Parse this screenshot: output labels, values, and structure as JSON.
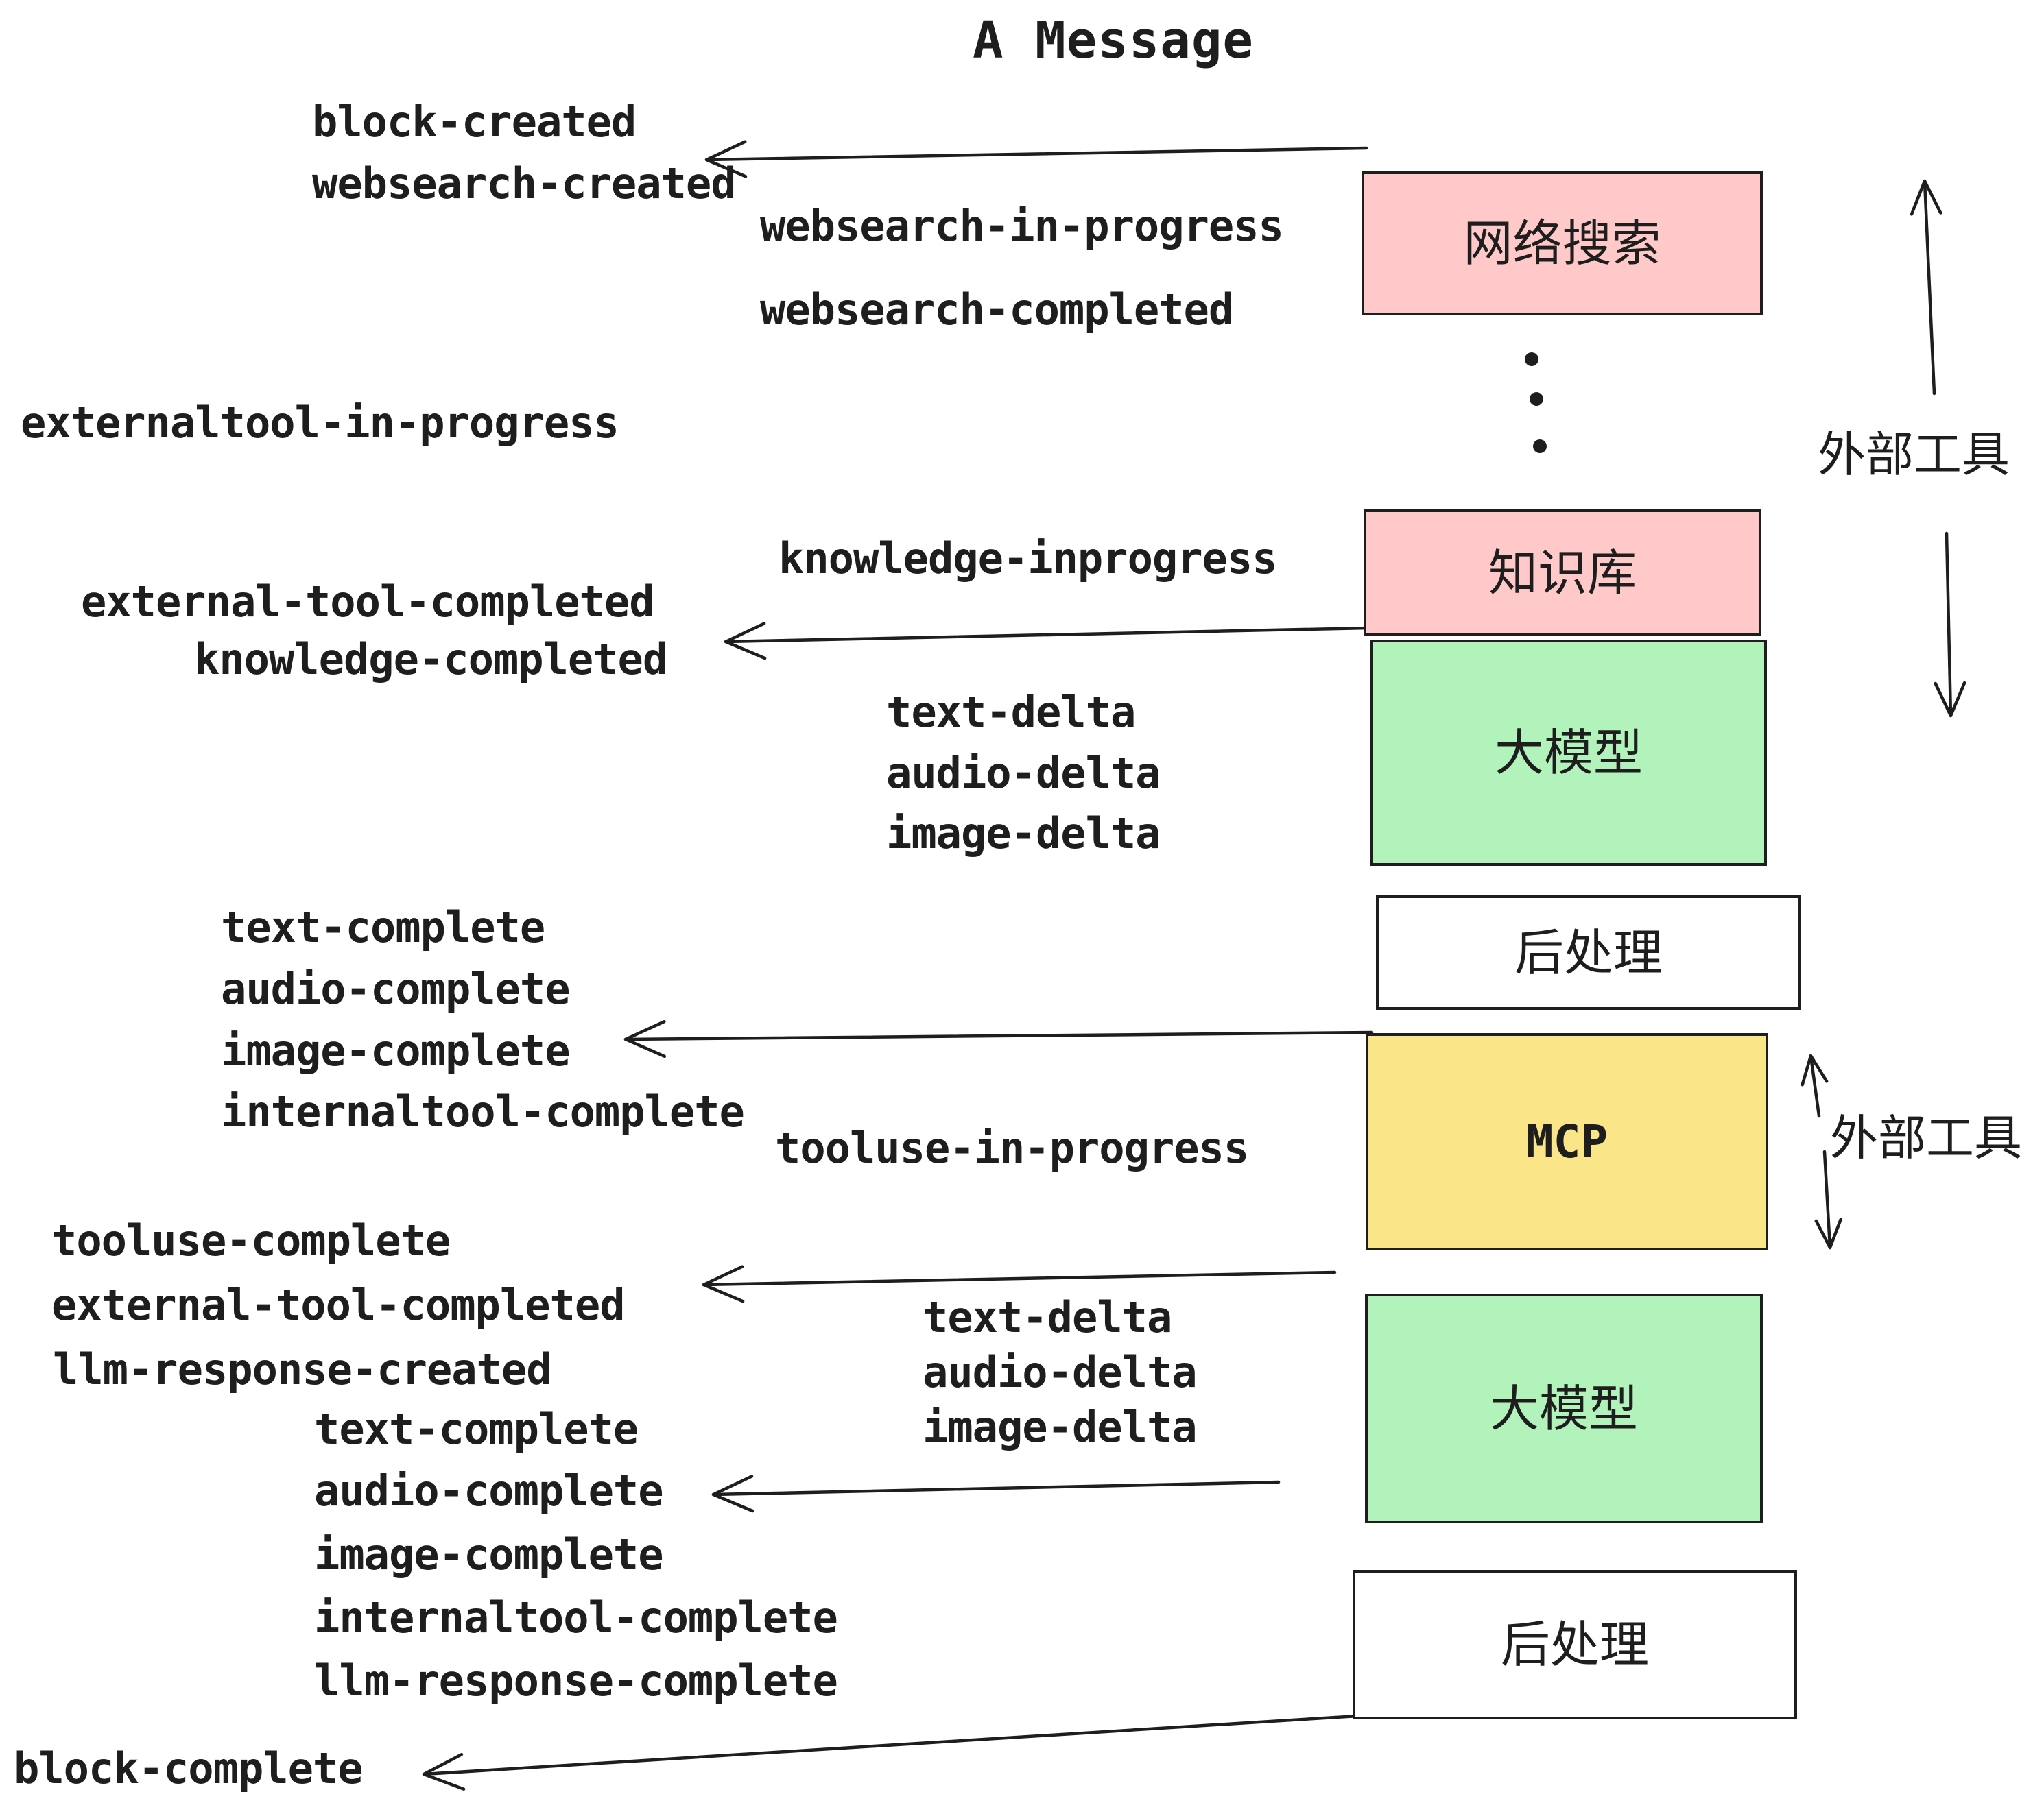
{
  "title": "A Message",
  "colors": {
    "pink": "#FFC9C9",
    "green": "#B2F2BB",
    "yellow": "#FAE588",
    "white": "#FFFFFF",
    "ink": "#1E1E1E",
    "bg": "#FFFFFF"
  },
  "boxes": {
    "websearch": {
      "label": "网络搜索"
    },
    "knowledge": {
      "label": "知识库"
    },
    "llm1": {
      "label": "大模型"
    },
    "post1": {
      "label": "后处理"
    },
    "mcp": {
      "label": "MCP"
    },
    "llm2": {
      "label": "大模型"
    },
    "post2": {
      "label": "后处理"
    }
  },
  "side_labels": {
    "external_tools_top": "外部工具",
    "external_tools_bottom": "外部工具"
  },
  "events": {
    "block_created": "block-created",
    "websearch_created": "websearch-created",
    "websearch_in_progress": "websearch-in-progress",
    "websearch_completed": "websearch-completed",
    "externaltool_in_progress": "externaltool-in-progress",
    "knowledge_inprogress": "knowledge-inprogress",
    "external_tool_completed_1": "external-tool-completed",
    "knowledge_completed": "knowledge-completed",
    "text_delta_1": "text-delta",
    "audio_delta_1": "audio-delta",
    "image_delta_1": "image-delta",
    "text_complete_1": "text-complete",
    "audio_complete_1": "audio-complete",
    "image_complete_1": "image-complete",
    "internaltool_complete_1": "internaltool-complete",
    "tooluse_in_progress": "tooluse-in-progress",
    "tooluse_complete": "tooluse-complete",
    "external_tool_completed_2": "external-tool-completed",
    "llm_response_created": "llm-response-created",
    "text_delta_2": "text-delta",
    "audio_delta_2": "audio-delta",
    "image_delta_2": "image-delta",
    "text_complete_2": "text-complete",
    "audio_complete_2": "audio-complete",
    "image_complete_2": "image-complete",
    "internaltool_complete_2": "internaltool-complete",
    "llm_response_complete": "llm-response-complete",
    "block_complete": "block-complete"
  }
}
